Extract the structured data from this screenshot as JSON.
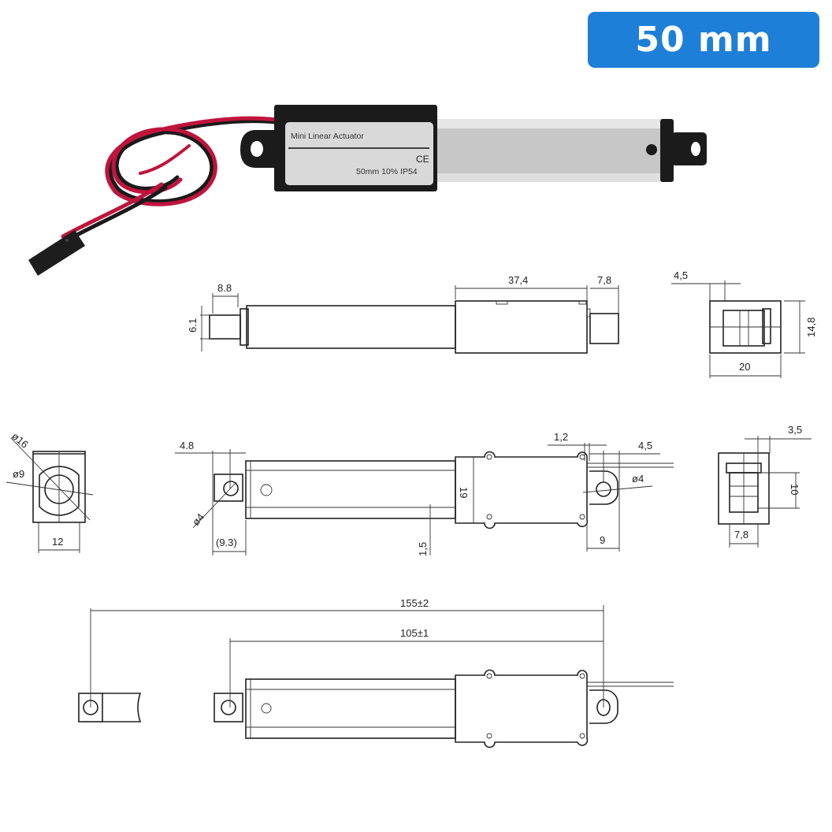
{
  "badge": {
    "label": "50 mm",
    "color": "#1e7fd8"
  },
  "product_photo": {
    "label_title": "Mini Linear Actuator",
    "label_cert": "CE",
    "label_spec": "50mm 10% IP54",
    "wire_colors": [
      "#c0143c",
      "#1a1a1a"
    ],
    "body_color": "#c8c8c8",
    "cap_color": "#1b1b1b"
  },
  "views": {
    "top_view": {
      "dims": {
        "rod_end_length": "8.8",
        "rod_diameter": "6.1",
        "motor_length": "37,4",
        "rear_mount": "7,8"
      }
    },
    "rear_end_view": {
      "dims": {
        "offset": "4,5",
        "height": "14,8",
        "width": "20"
      }
    },
    "front_end_view": {
      "dims": {
        "outer_dia": "ø16",
        "inner_dia": "ø9",
        "width": "12"
      }
    },
    "side_view": {
      "dims": {
        "rod_hole_offset": "4.8",
        "rod_hole_dia": "ø4",
        "rod_end_length": "(9.3)",
        "step": "1,5",
        "body_height": "19",
        "wire_gap": "1,2",
        "wire_offset": "4,5",
        "rear_hole_dia": "ø4",
        "rear_mount_length": "9"
      }
    },
    "side_end_view": {
      "dims": {
        "offset": "3,5",
        "height": "10",
        "width": "7,8"
      }
    },
    "stroke_view": {
      "dims": {
        "extended_length": "155±2",
        "retracted_length": "105±1"
      }
    }
  }
}
